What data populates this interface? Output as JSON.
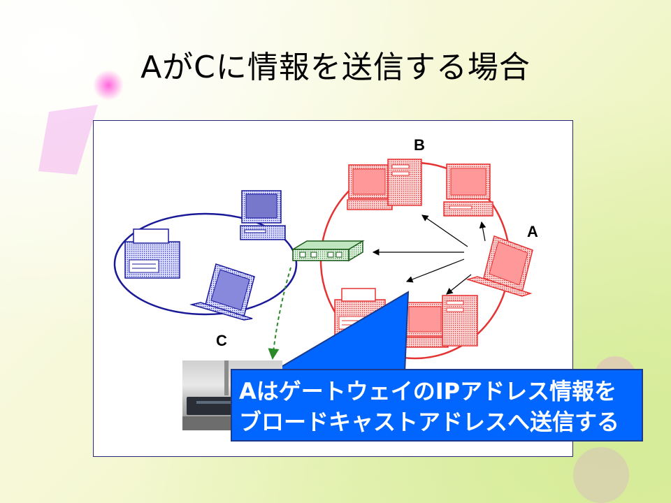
{
  "slide": {
    "title": "AがCに情報を送信する場合"
  },
  "diagram": {
    "node_labels": {
      "a": "A",
      "b": "B",
      "c": "C"
    },
    "callout": {
      "line1": "AはゲートウェイのIP​アドレス情報を",
      "line2": "ブロードキャストアドレスへ送信する"
    },
    "colors": {
      "left_network": "#1a1a99",
      "right_network": "#e53333",
      "switch": "#2a8a2a",
      "callout_bg": "#0066ff"
    }
  }
}
